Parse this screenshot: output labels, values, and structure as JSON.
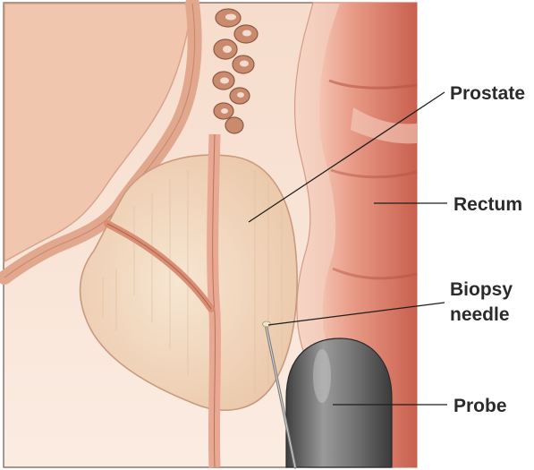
{
  "labels": {
    "prostate": "Prostate",
    "rectum": "Rectum",
    "biopsy_line1": "Biopsy",
    "biopsy_line2": "needle",
    "probe": "Probe"
  },
  "colors": {
    "tissue_peach": "#f2cfba",
    "bladder_wall": "#e8b49c",
    "rectum_red": "#d8806f",
    "rectum_dark": "#c4604f",
    "prostate_fill": "#f3dcc2",
    "probe_gray": "#6c6c6c",
    "label_text": "#2b2b2b"
  }
}
